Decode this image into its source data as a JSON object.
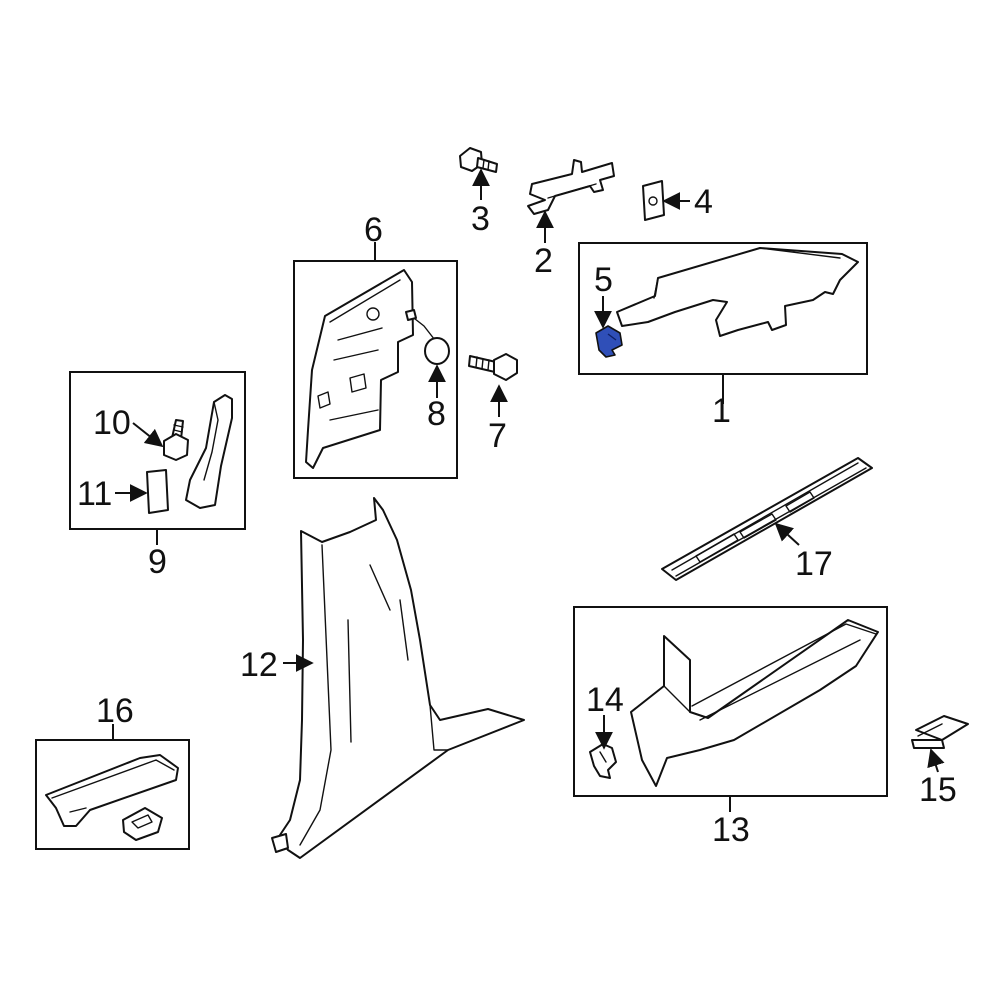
{
  "diagram": {
    "callouts": {
      "c1": "1",
      "c2": "2",
      "c3": "3",
      "c4": "4",
      "c5": "5",
      "c6": "6",
      "c7": "7",
      "c8": "8",
      "c9": "9",
      "c10": "10",
      "c11": "11",
      "c12": "12",
      "c13": "13",
      "c14": "14",
      "c15": "15",
      "c16": "16",
      "c17": "17"
    },
    "colors": {
      "line": "#111111",
      "highlight": "#2f4fb8",
      "background": "#ffffff"
    }
  }
}
